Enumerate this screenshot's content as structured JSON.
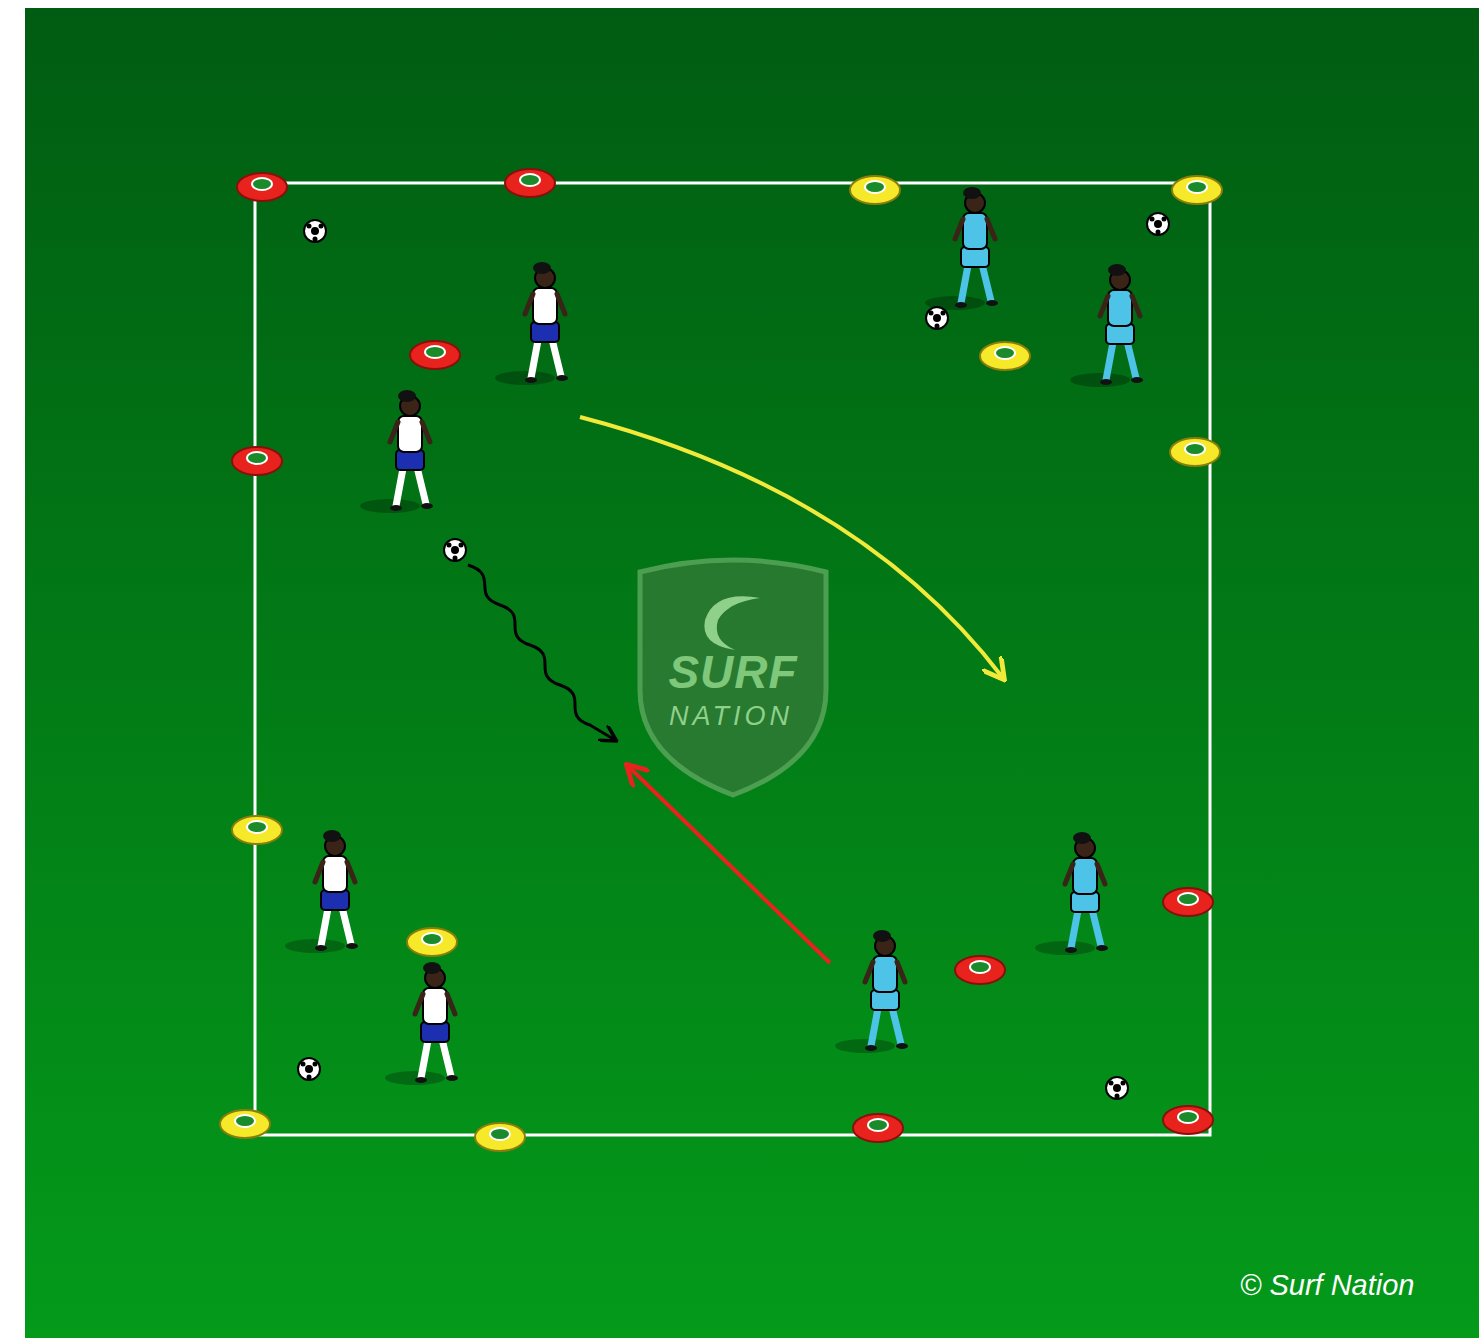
{
  "diagram": {
    "labels": [
      "SURF",
      "NATION",
      "© Surf Nation"
    ]
  }
}
